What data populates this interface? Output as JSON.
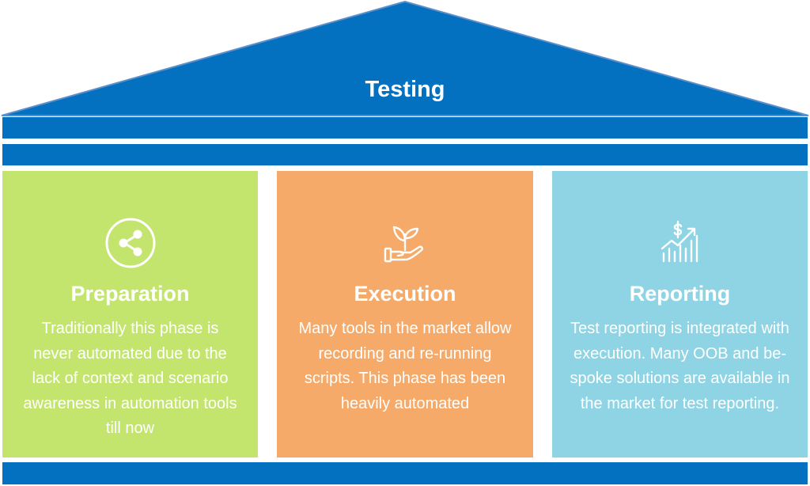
{
  "roof": {
    "title": "Testing"
  },
  "colors": {
    "roof": "#0370C0",
    "preparation": "#C4E56D",
    "execution": "#F6AA69",
    "reporting": "#8ED4E4",
    "text": "#FFFFFF"
  },
  "pillars": [
    {
      "icon": "share-icon",
      "title": "Preparation",
      "text": "Traditionally this phase is never automated due to the lack of context and scenario awareness in automation tools till now"
    },
    {
      "icon": "hand-sprout-icon",
      "title": "Execution",
      "text": "Many tools in the market allow recording and re-running scripts. This phase has been heavily automated"
    },
    {
      "icon": "growth-chart-icon",
      "title": "Reporting",
      "text": "Test reporting is integrated with execution. Many OOB and be-spoke solutions are available in the market for test reporting."
    }
  ]
}
